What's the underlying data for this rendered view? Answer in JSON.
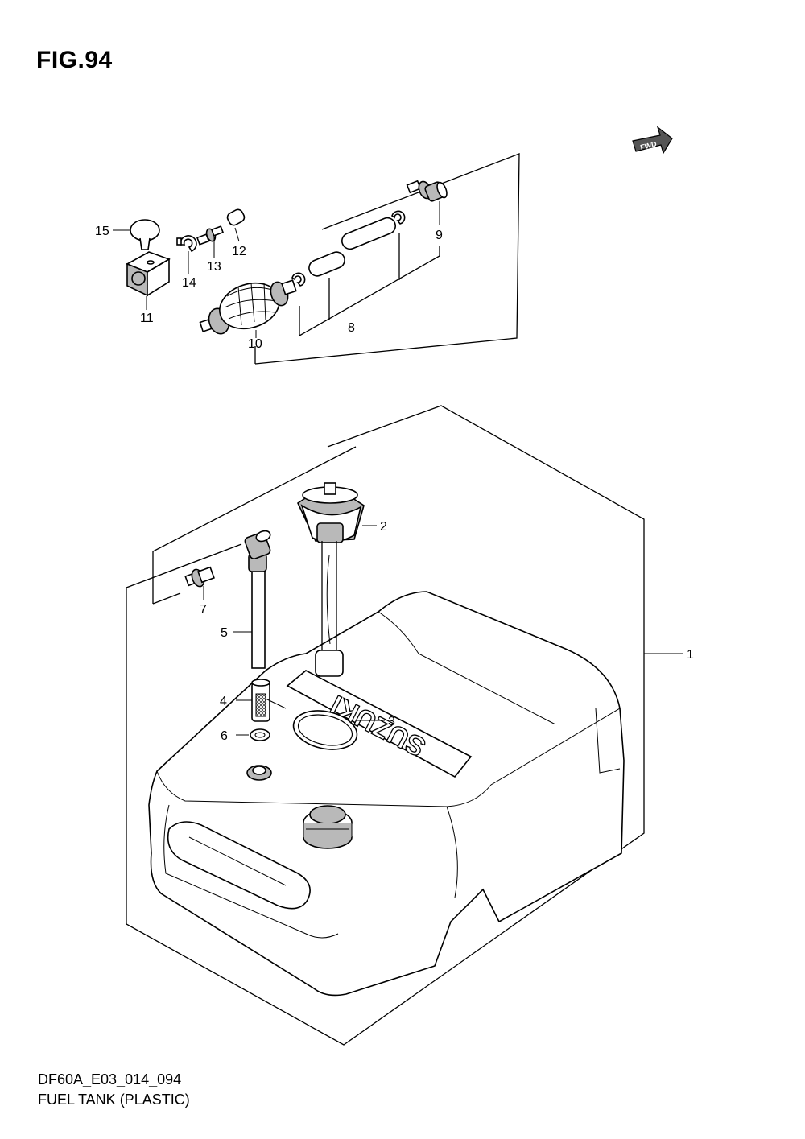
{
  "figure": {
    "title": "FIG.94",
    "code": "DF60A_E03_014_094",
    "name": "FUEL TANK (PLASTIC)"
  },
  "fwd_badge": {
    "label": "FWD"
  },
  "tank_logo": {
    "text": "SUZUKI"
  },
  "callouts": [
    {
      "id": "1",
      "label": "1"
    },
    {
      "id": "2",
      "label": "2"
    },
    {
      "id": "3",
      "label": "3"
    },
    {
      "id": "4",
      "label": "4"
    },
    {
      "id": "5",
      "label": "5"
    },
    {
      "id": "6",
      "label": "6"
    },
    {
      "id": "7",
      "label": "7"
    },
    {
      "id": "8",
      "label": "8"
    },
    {
      "id": "9",
      "label": "9"
    },
    {
      "id": "10",
      "label": "10"
    },
    {
      "id": "11",
      "label": "11"
    },
    {
      "id": "12",
      "label": "12"
    },
    {
      "id": "13",
      "label": "13"
    },
    {
      "id": "14",
      "label": "14"
    },
    {
      "id": "15",
      "label": "15"
    }
  ],
  "colors": {
    "line": "#000000",
    "shade": "#b9b9b9",
    "dark": "#8a8a8a",
    "background": "#ffffff"
  }
}
